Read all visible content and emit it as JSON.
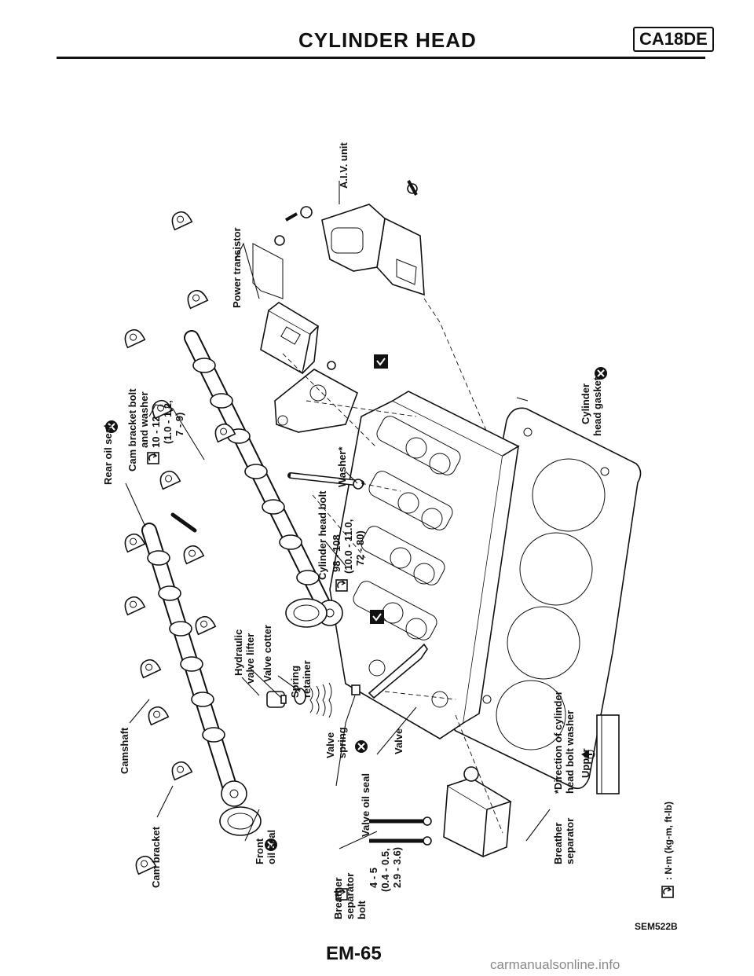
{
  "header": {
    "title": "CYLINDER HEAD",
    "engine_code": "CA18DE"
  },
  "labels": {
    "rear_oil_seal": "Rear oil seal",
    "cam_bracket_bolt_l1": "Cam bracket bolt",
    "cam_bracket_bolt_l2": "and washer",
    "cam_bracket_torque_l1": "10 - 12",
    "cam_bracket_torque_l2": "(1.0 - 1.2,",
    "cam_bracket_torque_l3": "7 - 9)",
    "power_transistor": "Power transistor",
    "aiv_unit": "A.I.V. unit",
    "cylinder_head_gasket_l1": "Cylinder",
    "cylinder_head_gasket_l2": "head gasket",
    "washer": "Washer*",
    "head_bolt_l1": "Cylinder head bolt",
    "head_bolt_torque_l1": "98 - 108",
    "head_bolt_torque_l2": "(10.0 - 11.0,",
    "head_bolt_torque_l3": "72 - 80)",
    "hydraulic_lifter_l1": "Hydraulic",
    "hydraulic_lifter_l2": "valve lifter",
    "valve_cotter": "Valve cotter",
    "spring_retainer_l1": "Spring",
    "spring_retainer_l2": "retainer",
    "camshaft": "Camshaft",
    "valve_spring_l1": "Valve",
    "valve_spring_l2": "spring",
    "valve": "Valve",
    "valve_oil_seal": "Valve oil seal",
    "cam_bracket": "Cam bracket",
    "front_oil_seal_l1": "Front",
    "front_oil_seal_l2": "oil seal",
    "breather_bolt_l1": "Breather",
    "breather_bolt_l2": "separator",
    "breather_bolt_l3": "bolt",
    "breather_torque_l1": "4 - 5",
    "breather_torque_l2": "(0.4 - 0.5,",
    "breather_torque_l3": "2.9 - 3.6)",
    "breather_sep_l1": "Breather",
    "breather_sep_l2": "separator",
    "direction_l1": "*Direction of cylinder",
    "direction_l2": "head bolt washer",
    "upper": "Upper",
    "torque_unit": ": N·m (kg-m, ft-lb)"
  },
  "footer": {
    "ref_code": "SEM522B",
    "page_number": "EM-65",
    "watermark": "carmanualsonline.info"
  }
}
